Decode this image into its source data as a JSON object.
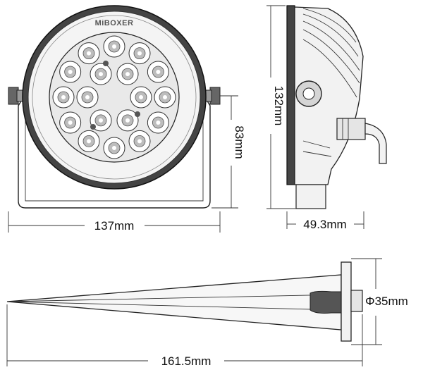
{
  "drawing": {
    "brand_text": "MiBOXER",
    "front_view": {
      "width_label": "137mm",
      "bracket_height_label": "83mm"
    },
    "side_view": {
      "height_label": "132mm",
      "depth_label": "49.3mm"
    },
    "spike_view": {
      "length_label": "161.5mm",
      "diameter_label": "Φ35mm"
    },
    "colors": {
      "line": "#222222",
      "fill_dark": "#555555",
      "fill_light": "#f2f2f2"
    }
  }
}
